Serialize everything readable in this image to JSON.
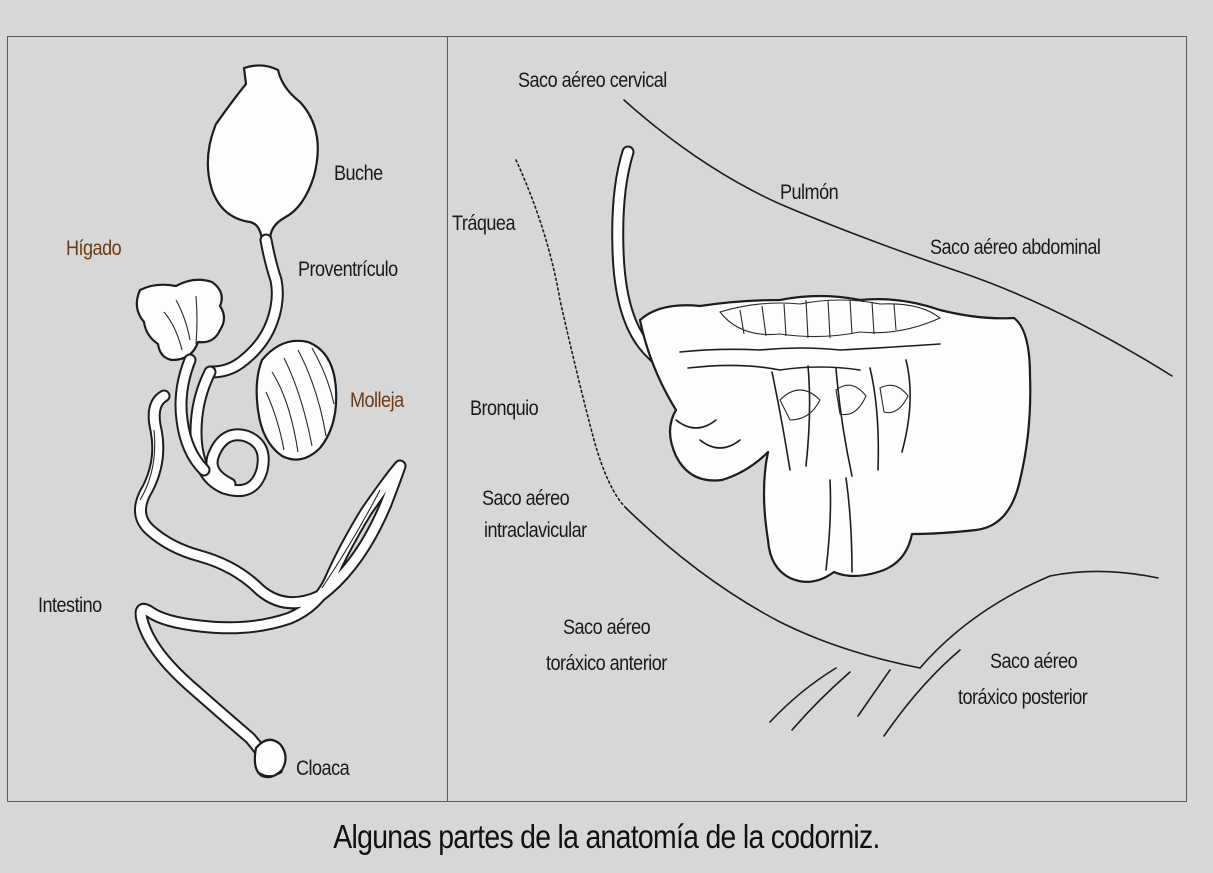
{
  "labels": {
    "buche": "Buche",
    "higado": "Hígado",
    "proventriculo": "Proventrículo",
    "molleja": "Molleja",
    "intestino": "Intestino",
    "cloaca": "Cloaca",
    "saco_cervical": "Saco aéreo cervical",
    "pulmon": "Pulmón",
    "traquea": "Tráquea",
    "saco_abdominal": "Saco aéreo abdominal",
    "bronquio": "Bronquio",
    "saco_intraclavicular_1": "Saco aéreo",
    "saco_intraclavicular_2": "intraclavicular",
    "saco_toracico_anterior_1": "Saco aéreo",
    "saco_toracico_anterior_2": "toráxico anterior",
    "saco_toracico_posterior_1": "Saco aéreo",
    "saco_toracico_posterior_2": "toráxico posterior"
  },
  "caption": "Algunas partes de la anatomía de la codorniz.",
  "colors": {
    "background": "#d7d7d7",
    "organ_fill": "#fdfdfd",
    "outline": "#1d1d1d",
    "label_text": "#1a1a1a",
    "digestive_label_text": "#6b3c12"
  }
}
